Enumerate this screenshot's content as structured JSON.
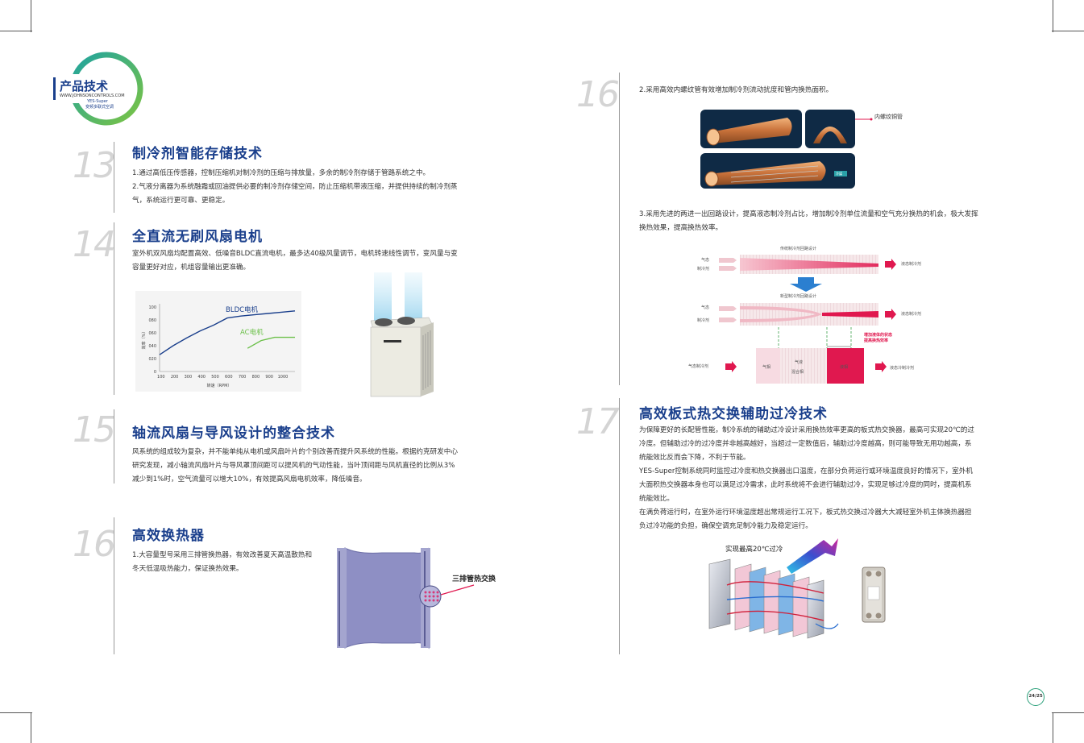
{
  "logo": {
    "title": "产品技术",
    "url": "WWW.JOHNSONCONTROLS.COM",
    "product": "YES-Super",
    "subtitle": "变频多联式空调"
  },
  "sections": {
    "s13": {
      "number": "13",
      "heading": "制冷剂智能存储技术",
      "lines": [
        "1.通过高低压传感器，控制压缩机对制冷剂的压缩与排放量，多余的制冷剂存储于管路系统之中。",
        "2.气液分离器为系统融霜或回油提供必要的制冷剂存储空间，防止压缩机带液压缩，并提供持续的制冷剂蒸",
        "气，系统运行更可靠、更稳定。"
      ]
    },
    "s14": {
      "number": "14",
      "heading": "全直流无刷风扇电机",
      "lines": [
        "室外机双风扇均配置高效、低噪音BLDC直流电机，最多达40级风量调节，电机转速线性调节，变风量与变",
        "容量更好对应，机组容量输出更准确。"
      ]
    },
    "s15": {
      "number": "15",
      "heading": "轴流风扇与导风设计的整合技术",
      "lines": [
        "风系统的组成较为复杂，并不能单纯从电机或风扇叶片的个别改善而提升风系统的性能。根据约克研发中心",
        "研究发现，减小轴流风扇叶片与导风罩顶间距可以提风机的气动性能，当叶顶间距与风机直径的比例从3%",
        "减少到1%时，空气流量可以增大10%，有效提高风扇电机效率，降低噪音。"
      ]
    },
    "s16": {
      "number": "16",
      "heading": "高效换热器",
      "lines": [
        "1.大容量型号采用三排管换热器，有效改善夏天高温散热和",
        "冬天低温吸热能力，保证换热效果。"
      ],
      "hex_label": "三排管热交换"
    },
    "s16b": {
      "number": "16",
      "line1": "2.采用高效内螺纹管有效增加制冷剂流动扰度和管内换热面积。",
      "tube_label": "内螺纹铜管",
      "tube_tag": "冷媒",
      "line2a": "3.采用先进的两进一出回路设计，提高液态制冷剂占比，增加制冷剂单位流量和空气充分换热的机会，极大发挥",
      "line2b": "换热效果，提高换热效率。"
    },
    "s17": {
      "number": "17",
      "heading": "高效板式热交换辅助过冷技术",
      "lines": [
        "为保障更好的长配管性能，制冷系统的辅助过冷设计采用换热效率更高的板式热交换器，最高可实现20℃的过",
        "冷度。但辅助过冷的过冷度并非越高越好，当超过一定数值后，辅助过冷度越高，则可能导致无用功越高，系",
        "统能效比反而会下降，不利于节能。",
        "YES-Super控制系统同时监控过冷度和热交换器出口温度，在部分负荷运行或环境温度良好的情况下，室外机",
        "大面积热交换器本身也可以满足过冷需求，此时系统将不会进行辅助过冷，实现足够过冷度的同时，提高机系",
        "统能效比。",
        "在满负荷运行时，在室外运行环境温度超出常规运行工况下，板式热交换过冷器大大减轻室外机主体换热器担",
        "负过冷功能的负担，确保空调充足制冷能力及稳定运行。"
      ],
      "plate_label": "实现最高20℃过冷"
    }
  },
  "circuit": {
    "title_traditional": "传统制冷剂回路设计",
    "title_new": "新型制冷剂回路设计",
    "gas_a": "气态",
    "ref_a": "制冷剂",
    "gas_b": "气态",
    "ref_b": "制冷剂",
    "out_liquid_1": "液态制冷剂",
    "out_liquid_2": "液态制冷剂",
    "increase_1": "增加液体的状态",
    "increase_2": "提高换热效率",
    "in_gas": "气态制冷剂",
    "phase_gas": "气相",
    "phase_mix_1": "气液",
    "phase_mix_2": "混合相",
    "phase_liquid": "液相",
    "out_liquid_3": "液态冷制冷剂"
  },
  "chart_data": {
    "type": "line",
    "title": "",
    "xlabel": "转速（RPM）",
    "ylabel": "效率（%）",
    "x": [
      100,
      200,
      300,
      400,
      500,
      600,
      700,
      800,
      900,
      1000
    ],
    "x_ticks": [
      "100",
      "200",
      "300",
      "400",
      "500",
      "600",
      "700",
      "800",
      "900",
      "1000"
    ],
    "y_ticks": [
      "0",
      "020",
      "040",
      "060",
      "080",
      "100"
    ],
    "xlim": [
      0,
      1000
    ],
    "ylim": [
      0,
      100
    ],
    "series": [
      {
        "name": "BLDC电机",
        "color": "#1a3f8c",
        "x": [
          0,
          100,
          200,
          300,
          400,
          500,
          600,
          700,
          800,
          900,
          1000
        ],
        "values": [
          26,
          40,
          52,
          63,
          72,
          83,
          86,
          88,
          90,
          92,
          94
        ]
      },
      {
        "name": "AC电机",
        "color": "#6cc04a",
        "x": [
          650,
          750,
          850,
          950,
          1000
        ],
        "values": [
          36,
          48,
          53,
          53,
          53
        ]
      }
    ]
  },
  "page_number": "24/25",
  "colors": {
    "heading": "#1a3f8c",
    "accent_red": "#e0184f",
    "logo_green": "#5cb85c",
    "logo_teal": "#1fa3a0"
  }
}
